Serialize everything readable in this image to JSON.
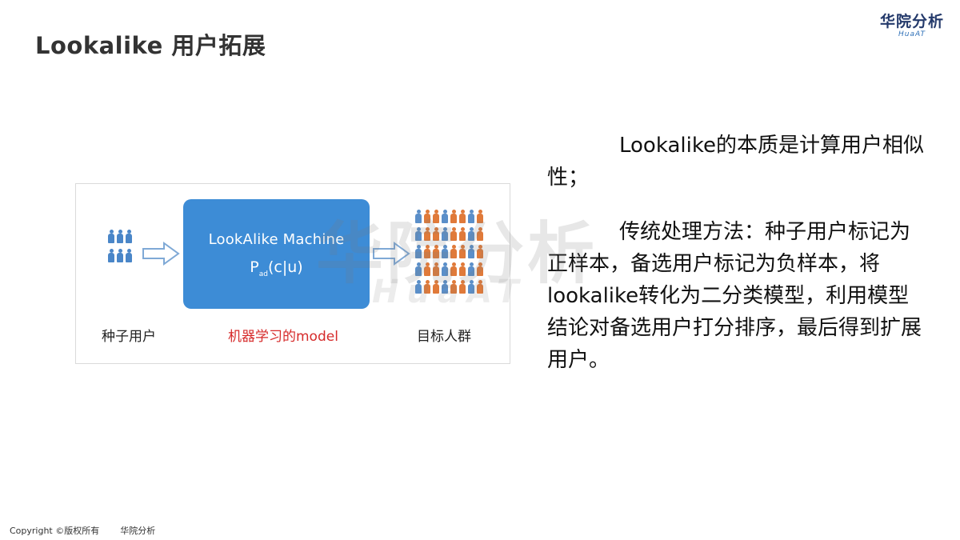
{
  "header": {
    "title": "Lookalike 用户拓展",
    "logo_cn": "华院分析",
    "logo_en": "HuaAT"
  },
  "diagram": {
    "machine_title": "LookAlike Machine",
    "formula_main": "P",
    "formula_sub": "ad",
    "formula_tail": "(c|u)",
    "caption_seed": "种子用户",
    "caption_model": "机器学习的model",
    "caption_target": "目标人群",
    "colors": {
      "machine": "#3d8cd6",
      "seed_people": "#4a86c8",
      "target_blue": "#5b8fc9",
      "target_orange": "#e07a3a",
      "model_caption": "#d62b2b"
    }
  },
  "body": {
    "para1": "Lookalike的本质是计算用户相似性；",
    "para2": "传统处理方法：种子用户标记为正样本，备选用户标记为负样本，将lookalike转化为二分类模型，利用模型结论对备选用户打分排序，最后得到扩展用户。"
  },
  "watermark": {
    "cn": "华院分析",
    "en": "HuaAT"
  },
  "footer": {
    "copyright": "Copyright ©版权所有",
    "brand": "华院分析"
  }
}
